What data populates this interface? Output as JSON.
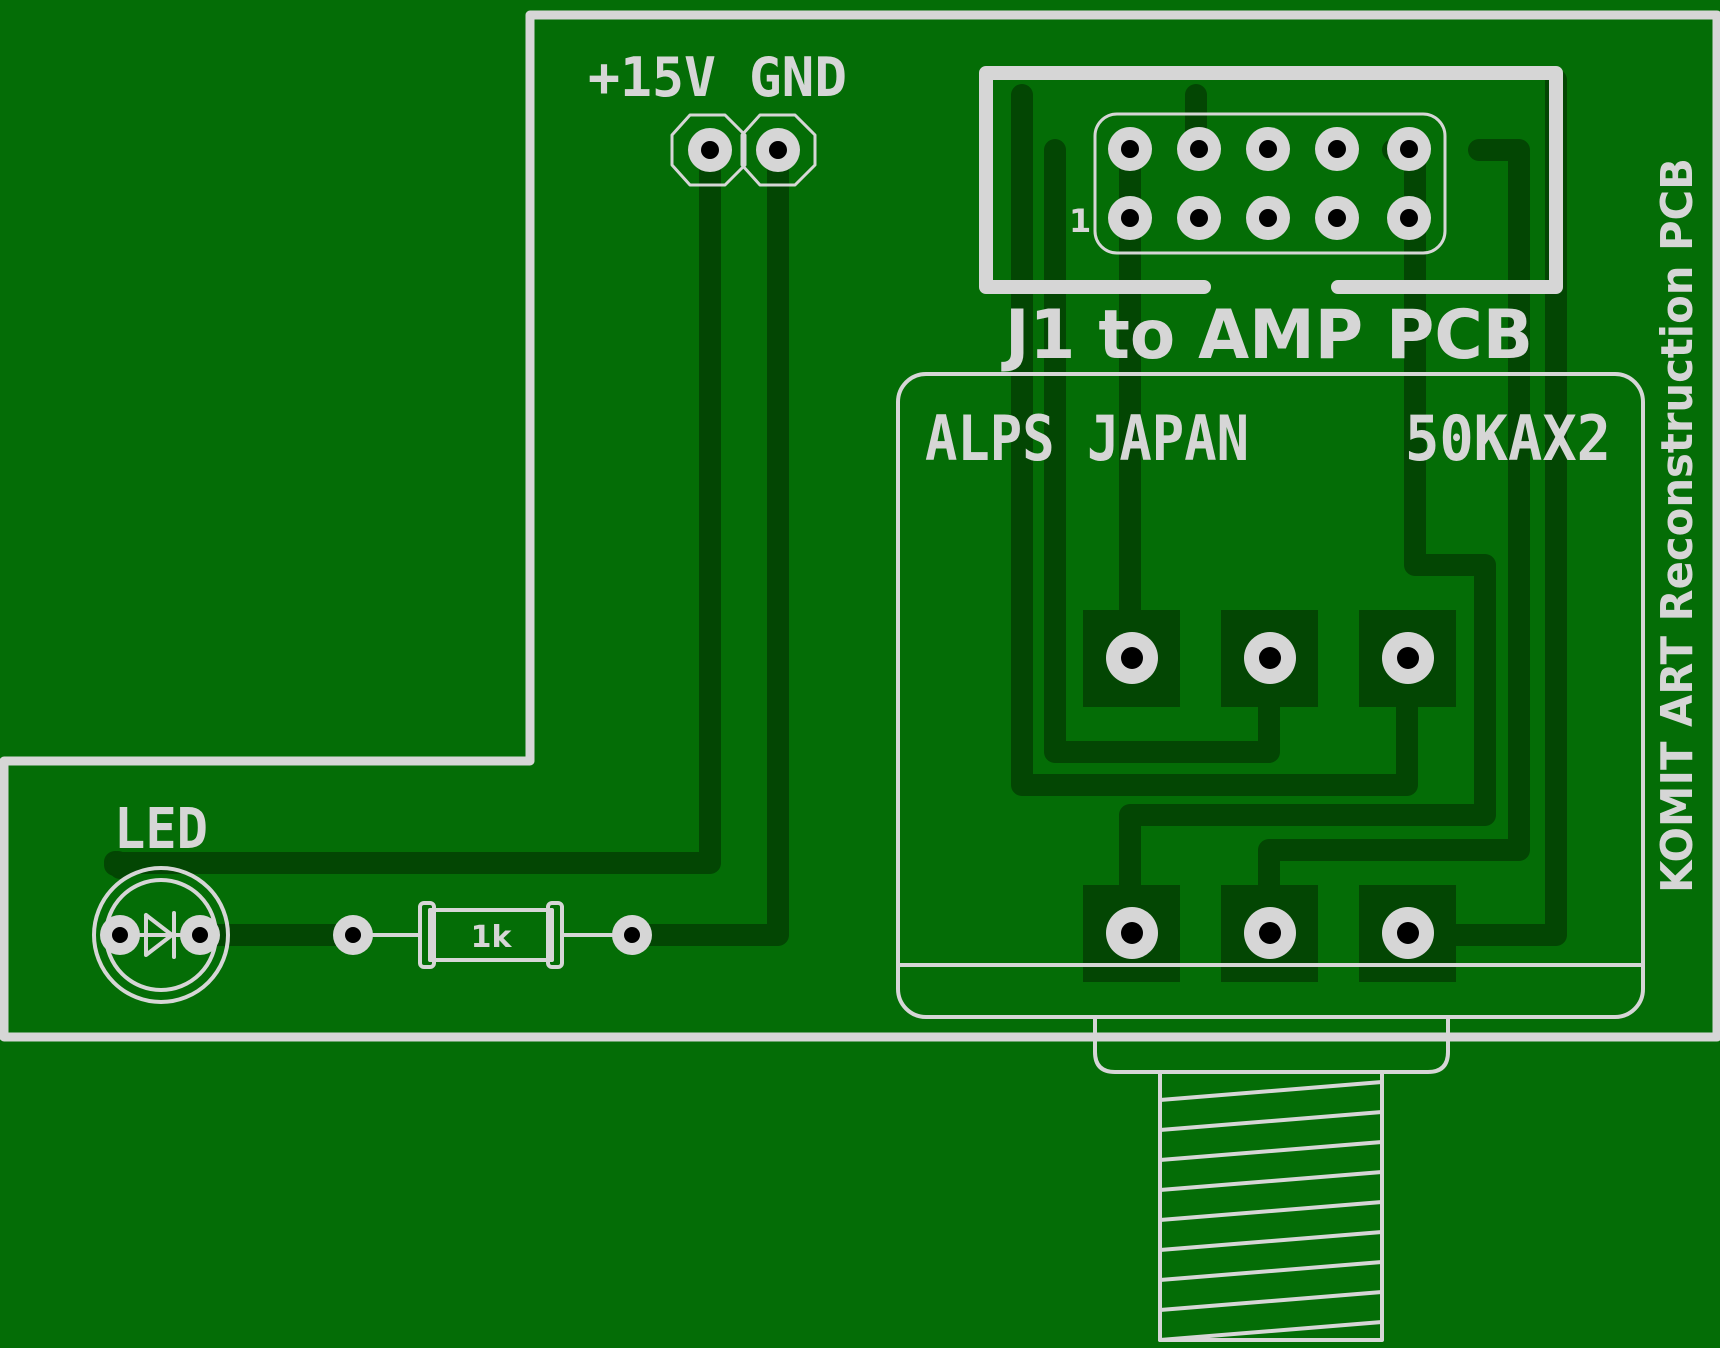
{
  "board": {
    "background": "#046d06",
    "copper_color": "#034603",
    "silk_color": "#d6d6d6"
  },
  "labels": {
    "power_pos": "+15V",
    "power_gnd": "GND",
    "connector": "J1 to AMP PCB",
    "pin1": "1",
    "pot_brand": "ALPS JAPAN",
    "pot_value": "50KAX2",
    "led": "LED",
    "resistor": "1k",
    "credit": "KOMIT ART Reconstruction PCB"
  }
}
